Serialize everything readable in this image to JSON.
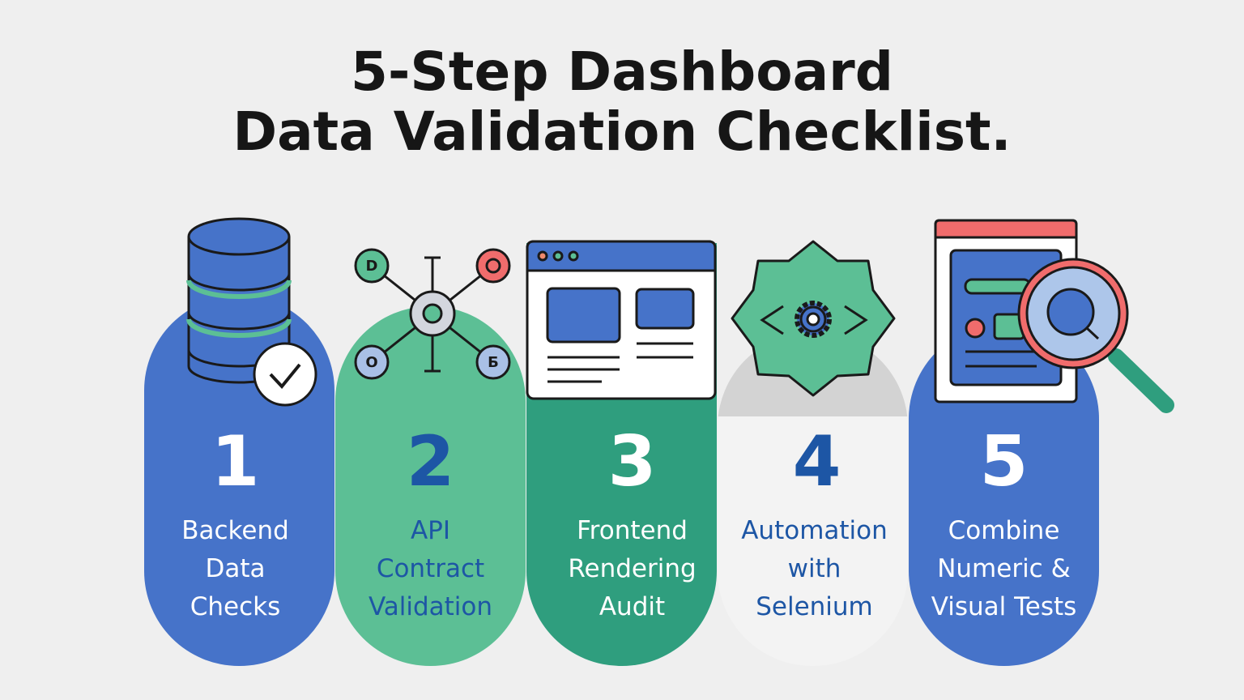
{
  "title": {
    "line1": "5-Step Dashboard",
    "line2": "Data Validation Checklist."
  },
  "colors": {
    "blue": "#4673c9",
    "green": "#5cbf95",
    "teal": "#2f9e7e",
    "gray": "#d3d3d3",
    "light": "#f3f3f3",
    "dark_blue": "#1d56a5",
    "red": "#f06c6c"
  },
  "steps": [
    {
      "number": "1",
      "label": [
        "Backend",
        "Data",
        "Checks"
      ],
      "icon": "database-check-icon"
    },
    {
      "number": "2",
      "label": [
        "API",
        "Contract",
        "Validation"
      ],
      "icon": "api-network-icon",
      "node_letters": [
        "D",
        "O",
        "O",
        "Б"
      ]
    },
    {
      "number": "3",
      "label": [
        "Frontend",
        "Rendering",
        "Audit"
      ],
      "icon": "browser-window-icon"
    },
    {
      "number": "4",
      "label": [
        "Automation",
        "with",
        "Selenium"
      ],
      "icon": "code-gear-badge-icon"
    },
    {
      "number": "5",
      "label": [
        "Combine",
        "Numeric &",
        "Visual Tests"
      ],
      "icon": "report-magnifier-icon"
    }
  ]
}
